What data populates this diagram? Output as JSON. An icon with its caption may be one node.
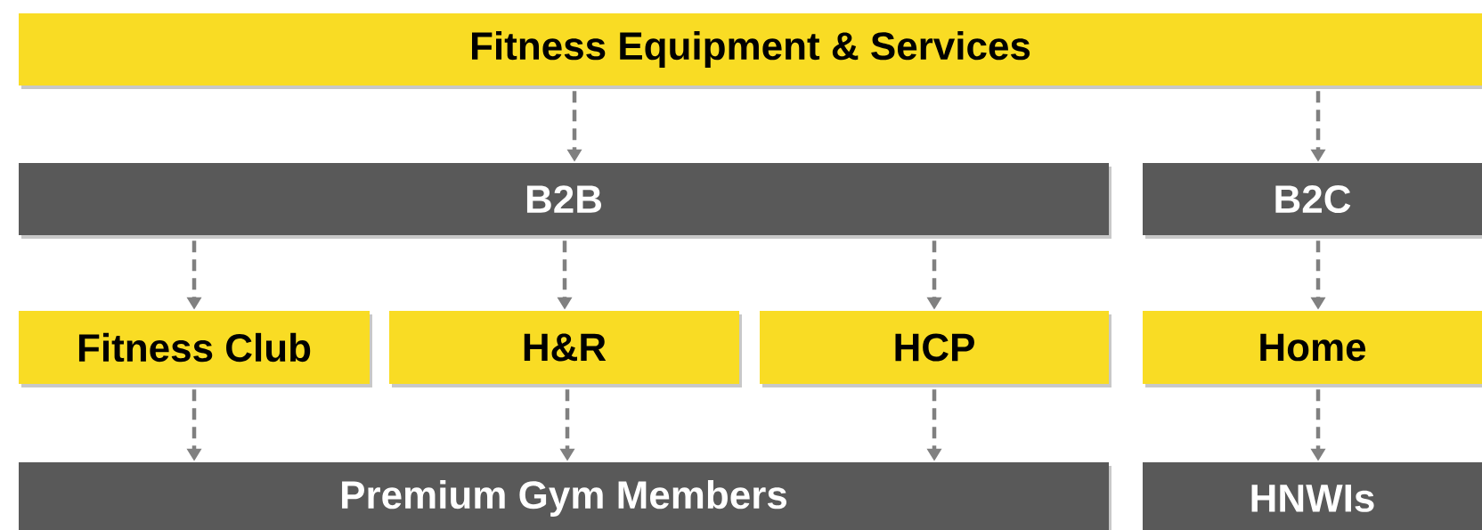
{
  "diagram": {
    "nodes": [
      {
        "text": [
          "Fitness Equipment & Services"
        ]
      },
      {
        "text": [
          "B2B"
        ]
      },
      {
        "text": [
          "B2C"
        ]
      },
      {
        "text": [
          "Fitness Club"
        ]
      },
      {
        "text": [
          "H&R"
        ]
      },
      {
        "text": [
          "HCP"
        ]
      },
      {
        "text": [
          "Home"
        ]
      },
      {
        "text": [
          "Premium Gym Members"
        ]
      },
      {
        "text": [
          "HNWIs"
        ]
      }
    ],
    "edges": [
      {
        "from": 0,
        "to": 1,
        "arrow": "to",
        "style": "dashed"
      },
      {
        "from": 0,
        "to": 2,
        "arrow": "to",
        "style": "dashed"
      },
      {
        "from": 1,
        "to": 3,
        "arrow": "to",
        "style": "dashed"
      },
      {
        "from": 1,
        "to": 4,
        "arrow": "to",
        "style": "dashed"
      },
      {
        "from": 1,
        "to": 5,
        "arrow": "to",
        "style": "dashed"
      },
      {
        "from": 2,
        "to": 6,
        "arrow": "to",
        "style": "dashed"
      },
      {
        "from": 3,
        "to": 7,
        "arrow": "to",
        "style": "dashed"
      },
      {
        "from": 4,
        "to": 7,
        "arrow": "to",
        "style": "dashed"
      },
      {
        "from": 5,
        "to": 7,
        "arrow": "to",
        "style": "dashed"
      },
      {
        "from": 6,
        "to": 8,
        "arrow": "to",
        "style": "dashed"
      }
    ]
  }
}
